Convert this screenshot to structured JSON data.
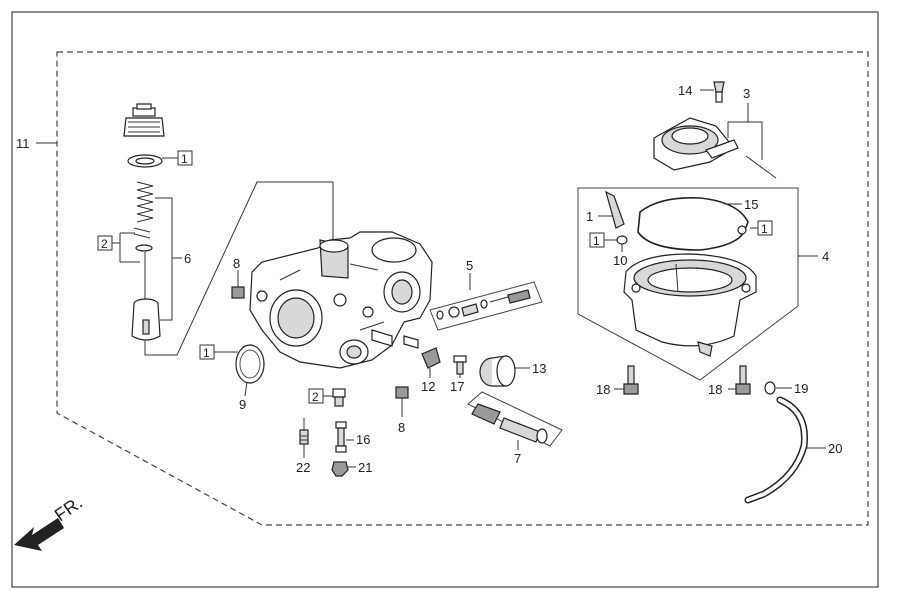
{
  "diagram": {
    "direction_label": "FR.",
    "callouts": {
      "c1_float_needle": "1",
      "c2_idle_valve": "2",
      "c3_choke": "3",
      "c4_float_chamber": "4",
      "c5_pilot_screw_set": "5",
      "c6_needle_set": "6",
      "c7_throttle_stop": "7",
      "c8_top": "8",
      "c8_bottom": "8",
      "c9_oring": "9",
      "c10_washer": "10",
      "c11_assembly": "11",
      "c12_bracket": "12",
      "c13_cap": "13",
      "c14_screw": "14",
      "c15_gasket": "15",
      "c16_jet": "16",
      "c17_screw": "17",
      "c18_left": "18",
      "c18_right": "18",
      "c19_clip": "19",
      "c20_tube": "20",
      "c21_main_jet": "21",
      "c22_needle_jet": "22"
    },
    "boxed_refs": {
      "b_cap_washer": "1",
      "b_clip": "2",
      "b_oring9": "1",
      "b_jet": "2",
      "b_washer10": "1",
      "b_gasket15": "1"
    }
  }
}
